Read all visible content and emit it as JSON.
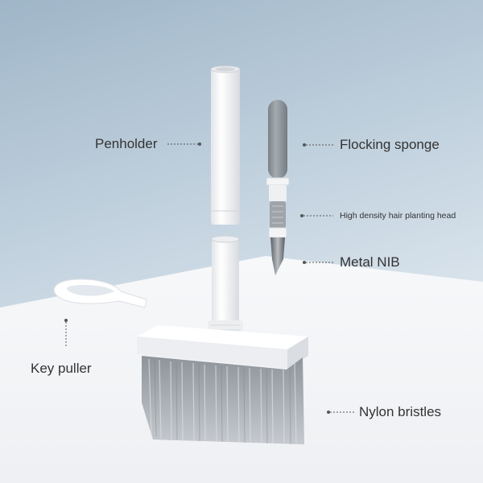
{
  "labels": {
    "penholder": "Penholder",
    "flocking_sponge": "Flocking sponge",
    "hair_head": "High density hair planting head",
    "metal_nib": "Metal NIB",
    "key_puller": "Key puller",
    "nylon_bristles": "Nylon bristles"
  },
  "colors": {
    "wall_top": "#a9bfcf",
    "wall_bottom": "#e4ebf1",
    "table": "#f4f5f7",
    "plastic": "#fafafa",
    "bristles": "#a9aeb4",
    "sponge": "#8f969c",
    "label_text": "#333333"
  }
}
